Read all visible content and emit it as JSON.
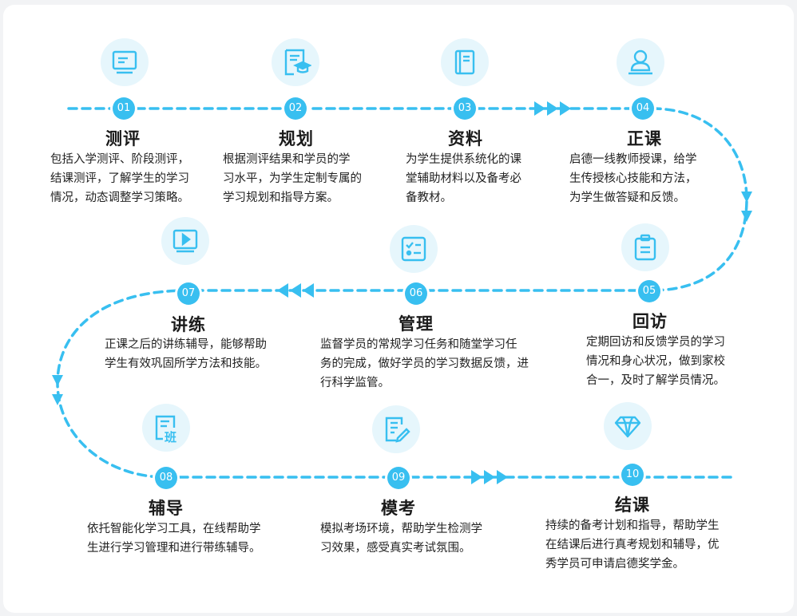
{
  "colors": {
    "accent": "#38bff0",
    "icon_bg": "#e6f6fc",
    "title": "#1a1a1a",
    "text": "#222222"
  },
  "steps": [
    {
      "num": "01",
      "title": "测评",
      "icon": "monitor-icon",
      "desc": [
        "包括入学测评、阶段测评，",
        "结课测评，了解学生的学习",
        "情况，动态调整学习策略。"
      ]
    },
    {
      "num": "02",
      "title": "规划",
      "icon": "document-graduation-cap-icon",
      "desc": [
        "根据测评结果和学员的学",
        "习水平，为学生定制专属的",
        "学习规划和指导方案。"
      ]
    },
    {
      "num": "03",
      "title": "资料",
      "icon": "book-icon",
      "desc": [
        "为学生提供系统化的课",
        "堂辅助材料以及备考必",
        "备教材。"
      ]
    },
    {
      "num": "04",
      "title": "正课",
      "icon": "teacher-at-desk-icon",
      "desc": [
        "启德一线教师授课，给学",
        "生传授核心技能和方法，",
        "为学生做答疑和反馈。"
      ]
    },
    {
      "num": "05",
      "title": "回访",
      "icon": "clipboard-icon",
      "desc": [
        "定期回访和反馈学员的学习",
        "情况和身心状况，做到家校",
        "合一，及时了解学员情况。"
      ]
    },
    {
      "num": "06",
      "title": "管理",
      "icon": "checklist-icon",
      "desc": [
        "监督学员的常规学习任务和随堂学习任",
        "务的完成，做好学员的学习数据反馈，进",
        "行科学监管。"
      ]
    },
    {
      "num": "07",
      "title": "讲练",
      "icon": "video-play-icon",
      "desc": [
        "正课之后的讲练辅导，能够帮助",
        "学生有效巩固所学方法和技能。"
      ]
    },
    {
      "num": "08",
      "title": "辅导",
      "icon": "class-document-icon",
      "icon_text": "班",
      "desc": [
        "依托智能化学习工具，在线帮助学",
        "生进行学习管理和进行带练辅导。"
      ]
    },
    {
      "num": "09",
      "title": "模考",
      "icon": "exam-paper-pencil-icon",
      "desc": [
        "模拟考场环境，帮助学生检测学",
        "习效果，感受真实考试氛围。"
      ]
    },
    {
      "num": "10",
      "title": "结课",
      "icon": "diamond-icon",
      "desc": [
        "持续的备考计划和指导，帮助学生",
        "在结课后进行真考规划和辅导，优",
        "秀学员可申请启德奖学金。"
      ]
    }
  ]
}
